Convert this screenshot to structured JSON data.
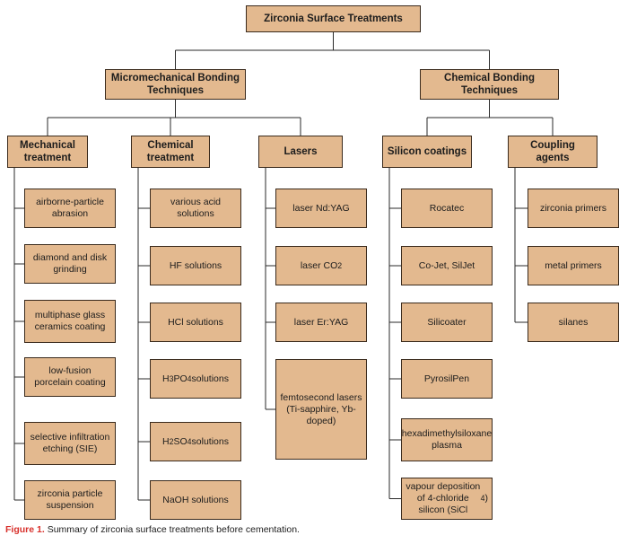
{
  "diagram": {
    "root": {
      "label": "Zirconia Surface Treatments"
    },
    "branches": [
      {
        "label": "Micromechanical Bonding Techniques",
        "groups": [
          {
            "label": "Mechanical treatment",
            "items": [
              "airborne-particle abrasion",
              "diamond and disk grinding",
              "multiphase glass ceramics coating",
              "low-fusion porcelain coating",
              "selective infiltration etching (SIE)",
              "zirconia particle suspension"
            ]
          },
          {
            "label": "Chemical treatment",
            "items": [
              "various acid solutions",
              "HF solutions",
              "HCl solutions",
              "H3PO4 solutions",
              "H2SO4 solutions",
              "NaOH solutions"
            ]
          },
          {
            "label": "Lasers",
            "items": [
              "laser Nd:YAG",
              "laser CO2",
              "laser Er:YAG",
              "femtosecond lasers (Ti-sapphire, Yb-doped)"
            ]
          }
        ]
      },
      {
        "label": "Chemical Bonding Techniques",
        "groups": [
          {
            "label": "Silicon coatings",
            "items": [
              "Rocatec",
              "Co-Jet, SilJet",
              "Silicoater",
              "PyrosilPen",
              "hexadimethylsiloxane plasma",
              "vapour deposition of 4-chloride silicon (SiCl4)"
            ]
          },
          {
            "label": "Coupling agents",
            "items": [
              "zirconia primers",
              "metal primers",
              "silanes"
            ]
          }
        ]
      }
    ]
  },
  "caption": {
    "figure_label": "Figure 1.",
    "text": "Summary of zirconia surface treatments before cementation."
  }
}
